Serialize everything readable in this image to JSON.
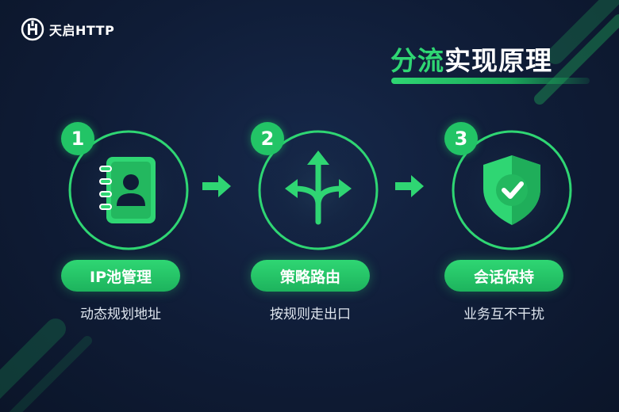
{
  "brand": {
    "name": "天启HTTP",
    "icon": "tianqi-logo-icon"
  },
  "title": {
    "accent": "分流",
    "rest": "实现原理"
  },
  "colors": {
    "accent": "#2fd673",
    "background": "#0f1c36",
    "text": "#ffffff"
  },
  "steps": [
    {
      "number": "1",
      "label": "IP池管理",
      "desc": "动态规划地址",
      "icon": "contact-book-icon"
    },
    {
      "number": "2",
      "label": "策略路由",
      "desc": "按规则走出口",
      "icon": "split-route-arrows-icon"
    },
    {
      "number": "3",
      "label": "会话保持",
      "desc": "业务互不干扰",
      "icon": "shield-check-icon"
    }
  ]
}
